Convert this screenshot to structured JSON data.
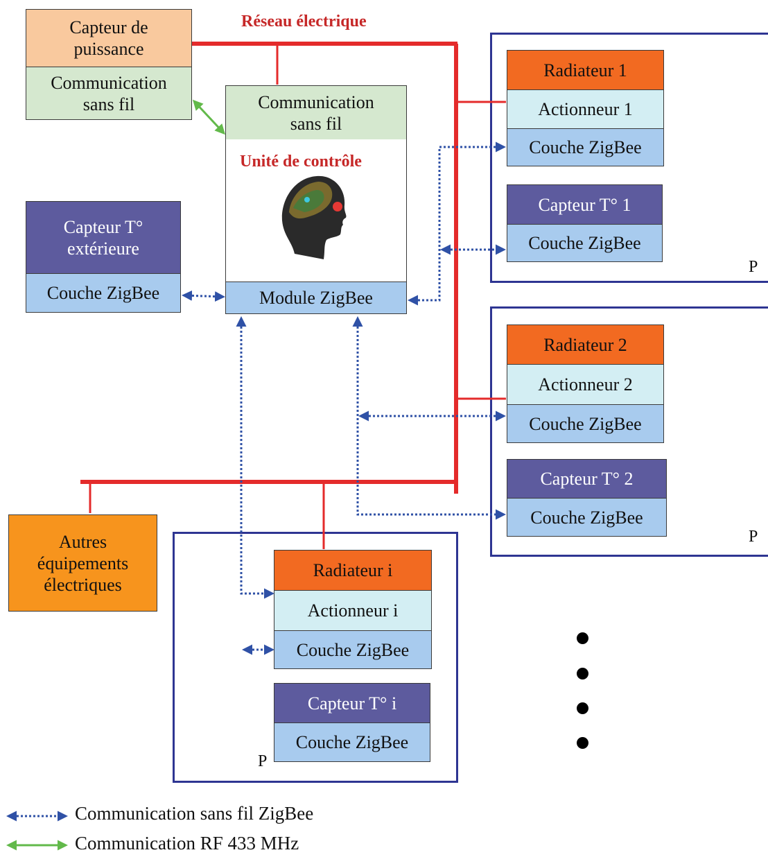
{
  "network_label": "Réseau électrique",
  "power_sensor": {
    "top": "Capteur de\npuissance",
    "bottom": "Communication\nsans fil"
  },
  "control_unit": {
    "comm": "Communication\nsans fil",
    "title": "Unité de contrôle",
    "module": "Module ZigBee",
    "image_icon": "brain-head-icon"
  },
  "outdoor_sensor": {
    "top": "Capteur T°\nextérieure",
    "bottom": "Couche ZigBee"
  },
  "other_equipment": "Autres\néquipements\nélectriques",
  "room1": {
    "radiator": "Radiateur 1",
    "actuator": "Actionneur 1",
    "zigbee1": "Couche ZigBee",
    "sensor": "Capteur T° 1",
    "zigbee2": "Couche ZigBee",
    "p": "P"
  },
  "room2": {
    "radiator": "Radiateur 2",
    "actuator": "Actionneur 2",
    "zigbee1": "Couche ZigBee",
    "sensor": "Capteur T° 2",
    "zigbee2": "Couche ZigBee",
    "p": "P"
  },
  "roomi": {
    "radiator": "Radiateur i",
    "actuator": "Actionneur i",
    "zigbee1": "Couche ZigBee",
    "sensor": "Capteur T° i",
    "zigbee2": "Couche ZigBee",
    "p": "P"
  },
  "legend": {
    "zigbee": "Communication sans fil ZigBee",
    "rf": "Communication RF 433 MHz"
  },
  "colors": {
    "power_line": "#e42b2b",
    "zigbee_link": "#2f51a6",
    "rf_link": "#62b94a",
    "room_border": "#2e3592"
  }
}
